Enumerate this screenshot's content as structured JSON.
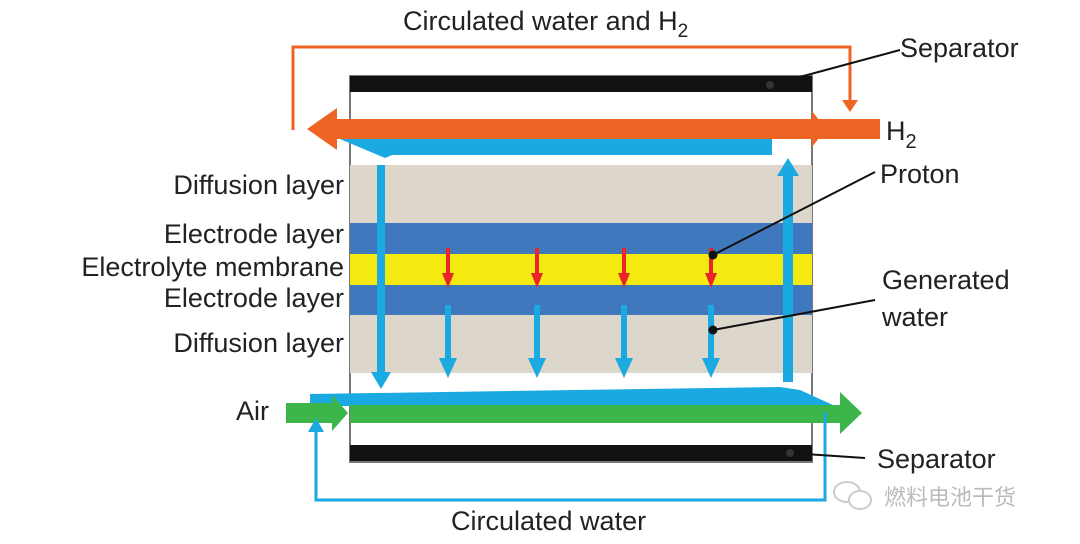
{
  "title": {
    "main": "Circulated water and H",
    "sub": "2"
  },
  "labels": {
    "separator_top": "Separator",
    "h2": {
      "main": "H",
      "sub": "2"
    },
    "proton": "Proton",
    "generated_water": [
      "Generated",
      "water"
    ],
    "separator_bottom": "Separator",
    "air": "Air",
    "circulated_water": "Circulated water"
  },
  "layers": [
    "Diffusion layer",
    "Electrode layer",
    "Electrolyte membrane",
    "Electrode layer",
    "Diffusion layer"
  ],
  "watermark": "燃料电池干货",
  "colors": {
    "hydrogen": "#ee6424",
    "water": "#1ba9e1",
    "air": "#3cb54a",
    "electrode": "#3f78bd",
    "membrane": "#f4ea12",
    "diffusion": "#ddd6cb",
    "proton": "#e8262a",
    "separator": "#111111"
  }
}
